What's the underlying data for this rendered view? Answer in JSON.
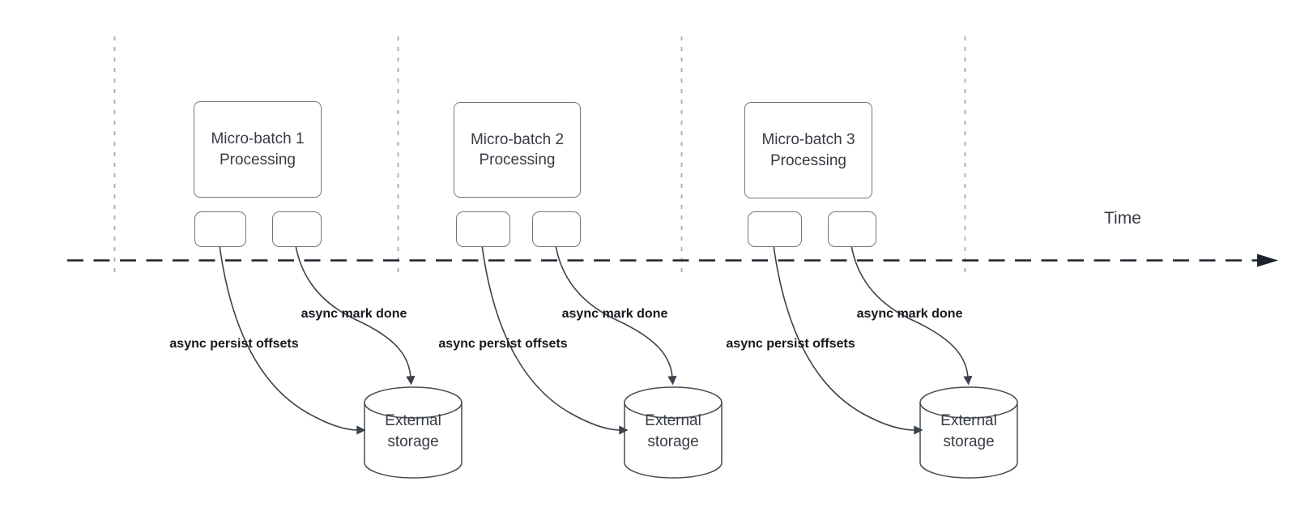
{
  "time_axis": {
    "label": "Time"
  },
  "batches": [
    {
      "box_text": "Micro-batch 1\nProcessing",
      "persist_label": "async persist offsets",
      "mark_done_label": "async mark done",
      "storage_text": "External\nstorage"
    },
    {
      "box_text": "Micro-batch 2\nProcessing",
      "persist_label": "async persist offsets",
      "mark_done_label": "async mark done",
      "storage_text": "External\nstorage"
    },
    {
      "box_text": "Micro-batch 3\nProcessing",
      "persist_label": "async persist offsets",
      "mark_done_label": "async mark done",
      "storage_text": "External\nstorage"
    }
  ],
  "colors": {
    "axis": "#1f242c",
    "divider": "#a9abae",
    "shape_border": "#71757d",
    "cylinder_border": "#474d57",
    "arrow": "#3c424c",
    "label_text": "#15181e",
    "shape_text": "#383c44"
  }
}
